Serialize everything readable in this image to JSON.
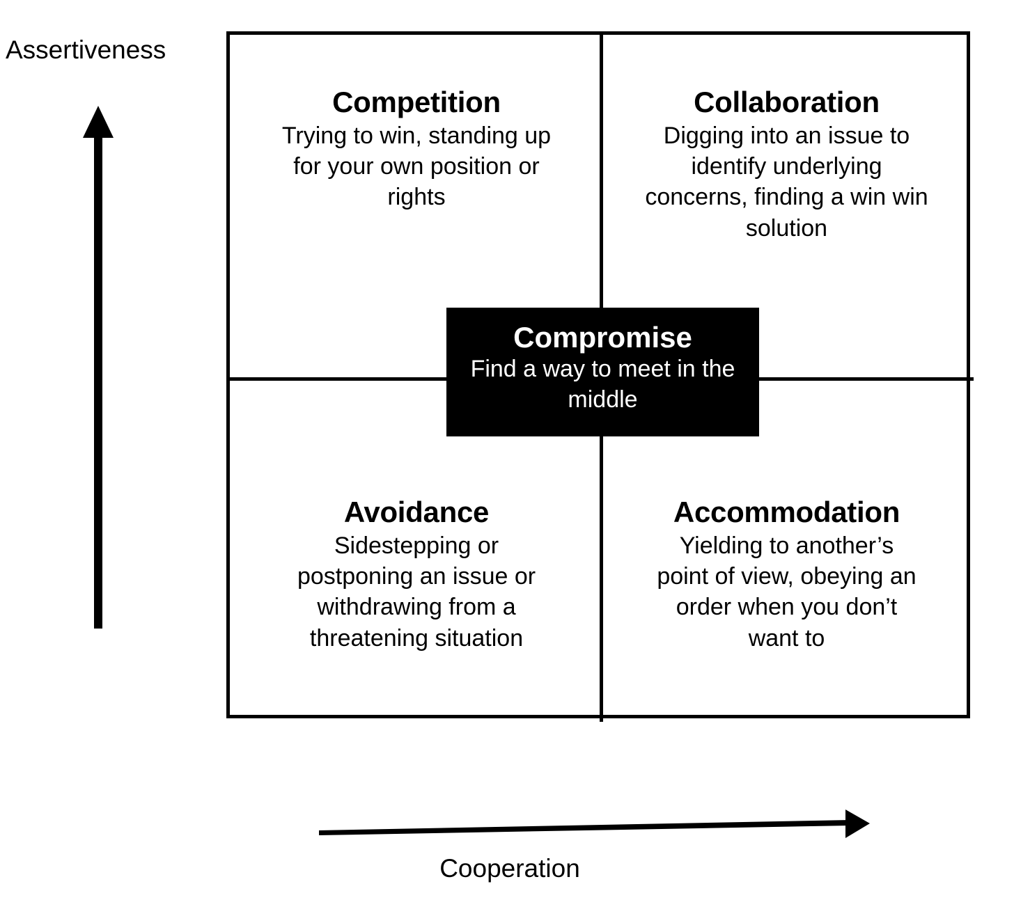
{
  "diagram": {
    "axes": {
      "vertical": {
        "label": "Assertiveness",
        "icon": "up-arrow-icon"
      },
      "horizontal": {
        "label": "Cooperation",
        "icon": "right-arrow-icon"
      }
    },
    "quadrants": [
      {
        "position": "top-left",
        "title": "Competition",
        "description": "Trying to win, standing up for your own position or rights"
      },
      {
        "position": "top-right",
        "title": "Collaboration",
        "description": "Digging into an issue to identify underlying concerns, finding a win win solution"
      },
      {
        "position": "bottom-left",
        "title": "Avoidance",
        "description": "Sidestepping or postponing an issue or withdrawing from a threatening situation"
      },
      {
        "position": "bottom-right",
        "title": "Accommodation",
        "description": "Yielding to another’s point of view, obeying an order when you don’t want to"
      }
    ],
    "center": {
      "title": "Compromise",
      "description": "Find a way to meet in the middle",
      "background_color": "#000000",
      "text_color": "#ffffff"
    },
    "colors": {
      "background": "#ffffff",
      "line": "#000000",
      "text": "#000000"
    }
  }
}
